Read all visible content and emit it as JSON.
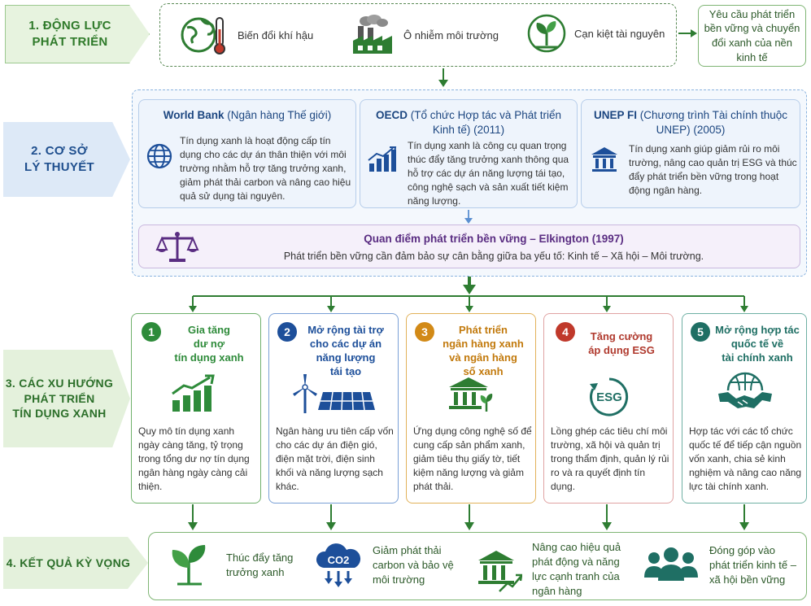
{
  "row1": {
    "label": "1. ĐỘNG LỰC\nPHÁT TRIỂN",
    "items": [
      {
        "label": "Biến đổi khí hậu",
        "icon": "globe-thermometer-icon"
      },
      {
        "label": "Ô nhiễm môi trường",
        "icon": "factory-pollution-icon"
      },
      {
        "label": "Cạn kiệt tài nguyên",
        "icon": "sprout-icon"
      }
    ],
    "goal": "Yêu cầu phát triển bền vững và chuyển đổi xanh của nền kinh tế"
  },
  "row2": {
    "label": "2. CƠ SỞ\nLÝ THUYẾT",
    "cards": [
      {
        "title_bold": "World Bank",
        "title_rest": " (Ngân hàng Thế giới)",
        "text": "Tín dụng xanh là hoạt động cấp tín dụng cho các dự án thân thiện với môi trường nhằm hỗ trợ tăng trưởng xanh, giảm phát thải carbon và nâng cao hiệu quả sử dụng tài nguyên.",
        "icon": "globe-icon"
      },
      {
        "title_bold": "OECD",
        "title_rest": " (Tổ chức Hợp tác và Phát triển Kinh tế) (2011)",
        "text": "Tín dụng xanh là công cụ quan trọng thúc đẩy tăng trưởng xanh thông qua hỗ trợ các dự án năng lượng tái tạo, công nghệ sạch và sản xuất tiết kiệm năng lượng.",
        "icon": "bar-chart-icon"
      },
      {
        "title_bold": "UNEP FI",
        "title_rest": " (Chương trình Tài chính thuộc UNEP) (2005)",
        "text": "Tín dụng xanh giúp giảm rủi ro môi trường, nâng cao quản trị ESG và thúc đẩy phát triển bền vững trong hoạt động ngân hàng.",
        "icon": "bank-icon"
      }
    ],
    "elkington": {
      "title": "Quan điểm phát triển bền vững – Elkington (1997)",
      "text": "Phát triển bền vững cần đảm bảo sự cân bằng giữa ba yếu tố: Kinh tế – Xã hội – Môi trường.",
      "icon": "scale-icon"
    }
  },
  "row3": {
    "label": "3. CÁC XU HƯỚNG\nPHÁT TRIỂN\nTÍN DỤNG XANH",
    "trends": [
      {
        "num": "1",
        "title": "Gia tăng\ndư nợ\ntín dụng xanh",
        "text": "Quy mô tín dụng xanh ngày càng tăng, tỷ trọng trong tổng dư nợ tín dụng ngân hàng ngày càng cải thiện.",
        "color": "#2e8b3a",
        "icon": "growth-chart-icon"
      },
      {
        "num": "2",
        "title": "Mở rộng tài trợ\ncho các dự án\nnăng lượng\ntái tạo",
        "text": "Ngân hàng ưu tiên cấp vốn cho các dự án điện gió, điện mặt trời, điện sinh khối và năng lượng sạch khác.",
        "color": "#1d4f9a",
        "icon": "wind-solar-icon"
      },
      {
        "num": "3",
        "title": "Phát triển\nngân hàng xanh\nvà ngân hàng\nsố xanh",
        "text": "Ứng dụng công nghệ số để cung cấp sản phẩm xanh, giảm tiêu thụ giấy tờ, tiết kiệm năng lượng và giảm phát thải.",
        "color": "#d28a17",
        "icon": "green-bank-icon"
      },
      {
        "num": "4",
        "title": "Tăng cường\náp dụng ESG",
        "text": "Lồng ghép các tiêu chí môi trường, xã hội và quản trị trong thẩm định, quản lý rủi ro và ra quyết định tín dụng.",
        "color": "#c0392b",
        "icon": "esg-icon",
        "icon_label": "ESG"
      },
      {
        "num": "5",
        "title": "Mở rộng hợp tác\nquốc tế về\ntài chính xanh",
        "text": "Hợp tác với các tổ chức quốc tế để tiếp cận nguồn vốn xanh, chia sẻ kinh nghiệm và nâng cao năng lực tài chính xanh.",
        "color": "#1f6f64",
        "icon": "handshake-globe-icon"
      }
    ]
  },
  "row4": {
    "label": "4. KẾT QUẢ KỲ VỌNG",
    "results": [
      {
        "text": "Thúc đẩy tăng\ntrưởng xanh",
        "icon": "plant-icon"
      },
      {
        "text": "Giảm phát thải\ncarbon và bảo vệ\nmôi trường",
        "icon": "co2-icon",
        "icon_label": "CO2"
      },
      {
        "text": "Nâng cao hiệu quả\nphát động và năng\nlực cạnh tranh của\nngân hàng",
        "icon": "bank-growth-icon"
      },
      {
        "text": "Đóng góp vào\nphát triển kinh tế –\nxã hội bền vững",
        "icon": "people-icon"
      }
    ]
  },
  "colors": {
    "green": "#2e8b3a",
    "dark_green": "#2c6f2a",
    "blue": "#1d4f9a",
    "orange": "#d28a17",
    "red": "#c0392b",
    "teal": "#1f6f64",
    "purple": "#5a2d82"
  }
}
